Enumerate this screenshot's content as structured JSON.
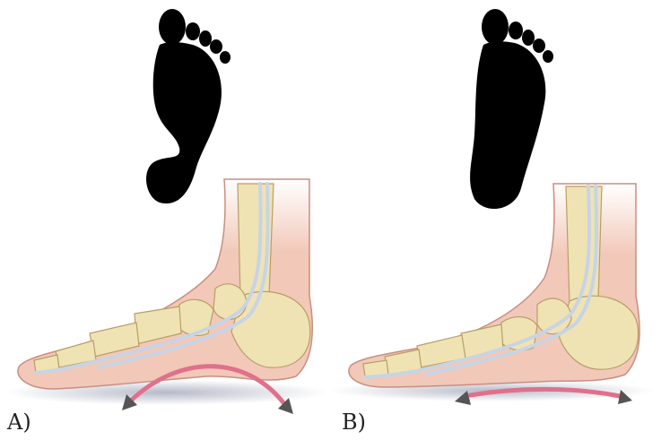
{
  "panels": [
    {
      "id": "A",
      "label": "A)",
      "arch": "normal-arch",
      "footprint": "narrow-arch-footprint"
    },
    {
      "id": "B",
      "label": "B)",
      "arch": "flat-arch",
      "footprint": "full-flat-footprint"
    }
  ],
  "colors": {
    "skin": "#f2c8b8",
    "skin_outline": "#c98e80",
    "bone": "#efe3b4",
    "bone_outline": "#b89e66",
    "tendon": "#c8d4e4",
    "arrow": "#e0708c",
    "arrow_head": "#555555",
    "footprint": "#000000",
    "ground_shadow": "#b9bcc8"
  }
}
